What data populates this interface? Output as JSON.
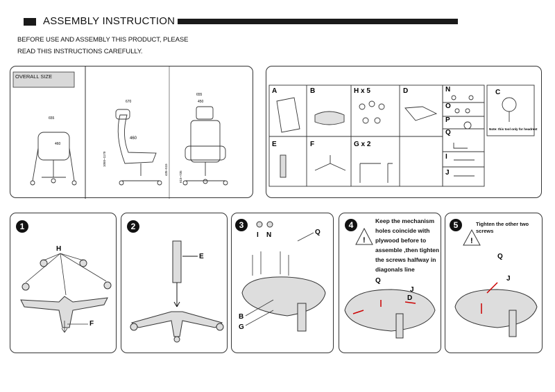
{
  "header": {
    "title": "ASSEMBLY INSTRUCTION",
    "intro_line1": "BEFORE USE AND ASSEMBLY THIS PRODUCT, PLEASE",
    "intro_line2": "READ THIS INSTRUCTIONS CAREFULLY."
  },
  "overall": {
    "label": "OVERALL SIZE",
    "dims": {
      "d655": "655",
      "d450": "450",
      "d460": "460",
      "d670": "670",
      "d460b": "460",
      "h1": "1050~1170",
      "h2": "435~515",
      "h3": "615~735"
    }
  },
  "parts": {
    "A": "A",
    "B": "B",
    "H": "H x 5",
    "D": "D",
    "C": "C",
    "E": "E",
    "F": "F",
    "G": "G x 2",
    "N": "N",
    "O": "O",
    "P": "P",
    "Q": "Q",
    "I": "I",
    "J": "J",
    "tool_note": "Note: this tool only for headrest"
  },
  "steps": [
    {
      "num": "1",
      "labels": [
        "H",
        "F"
      ]
    },
    {
      "num": "2",
      "labels": [
        "E"
      ]
    },
    {
      "num": "3",
      "labels": [
        "Q",
        "I",
        "N",
        "B",
        "G"
      ]
    },
    {
      "num": "4",
      "note": [
        "Keep the mechanism",
        "holes coincide with",
        "plywood before to",
        "assemble ,then tighten",
        "the screws halfway in",
        "diagonals line"
      ],
      "labels": [
        "Q",
        "J",
        "D"
      ]
    },
    {
      "num": "5",
      "note": [
        "Tighten the other two screws"
      ],
      "labels": [
        "Q",
        "J"
      ]
    }
  ]
}
